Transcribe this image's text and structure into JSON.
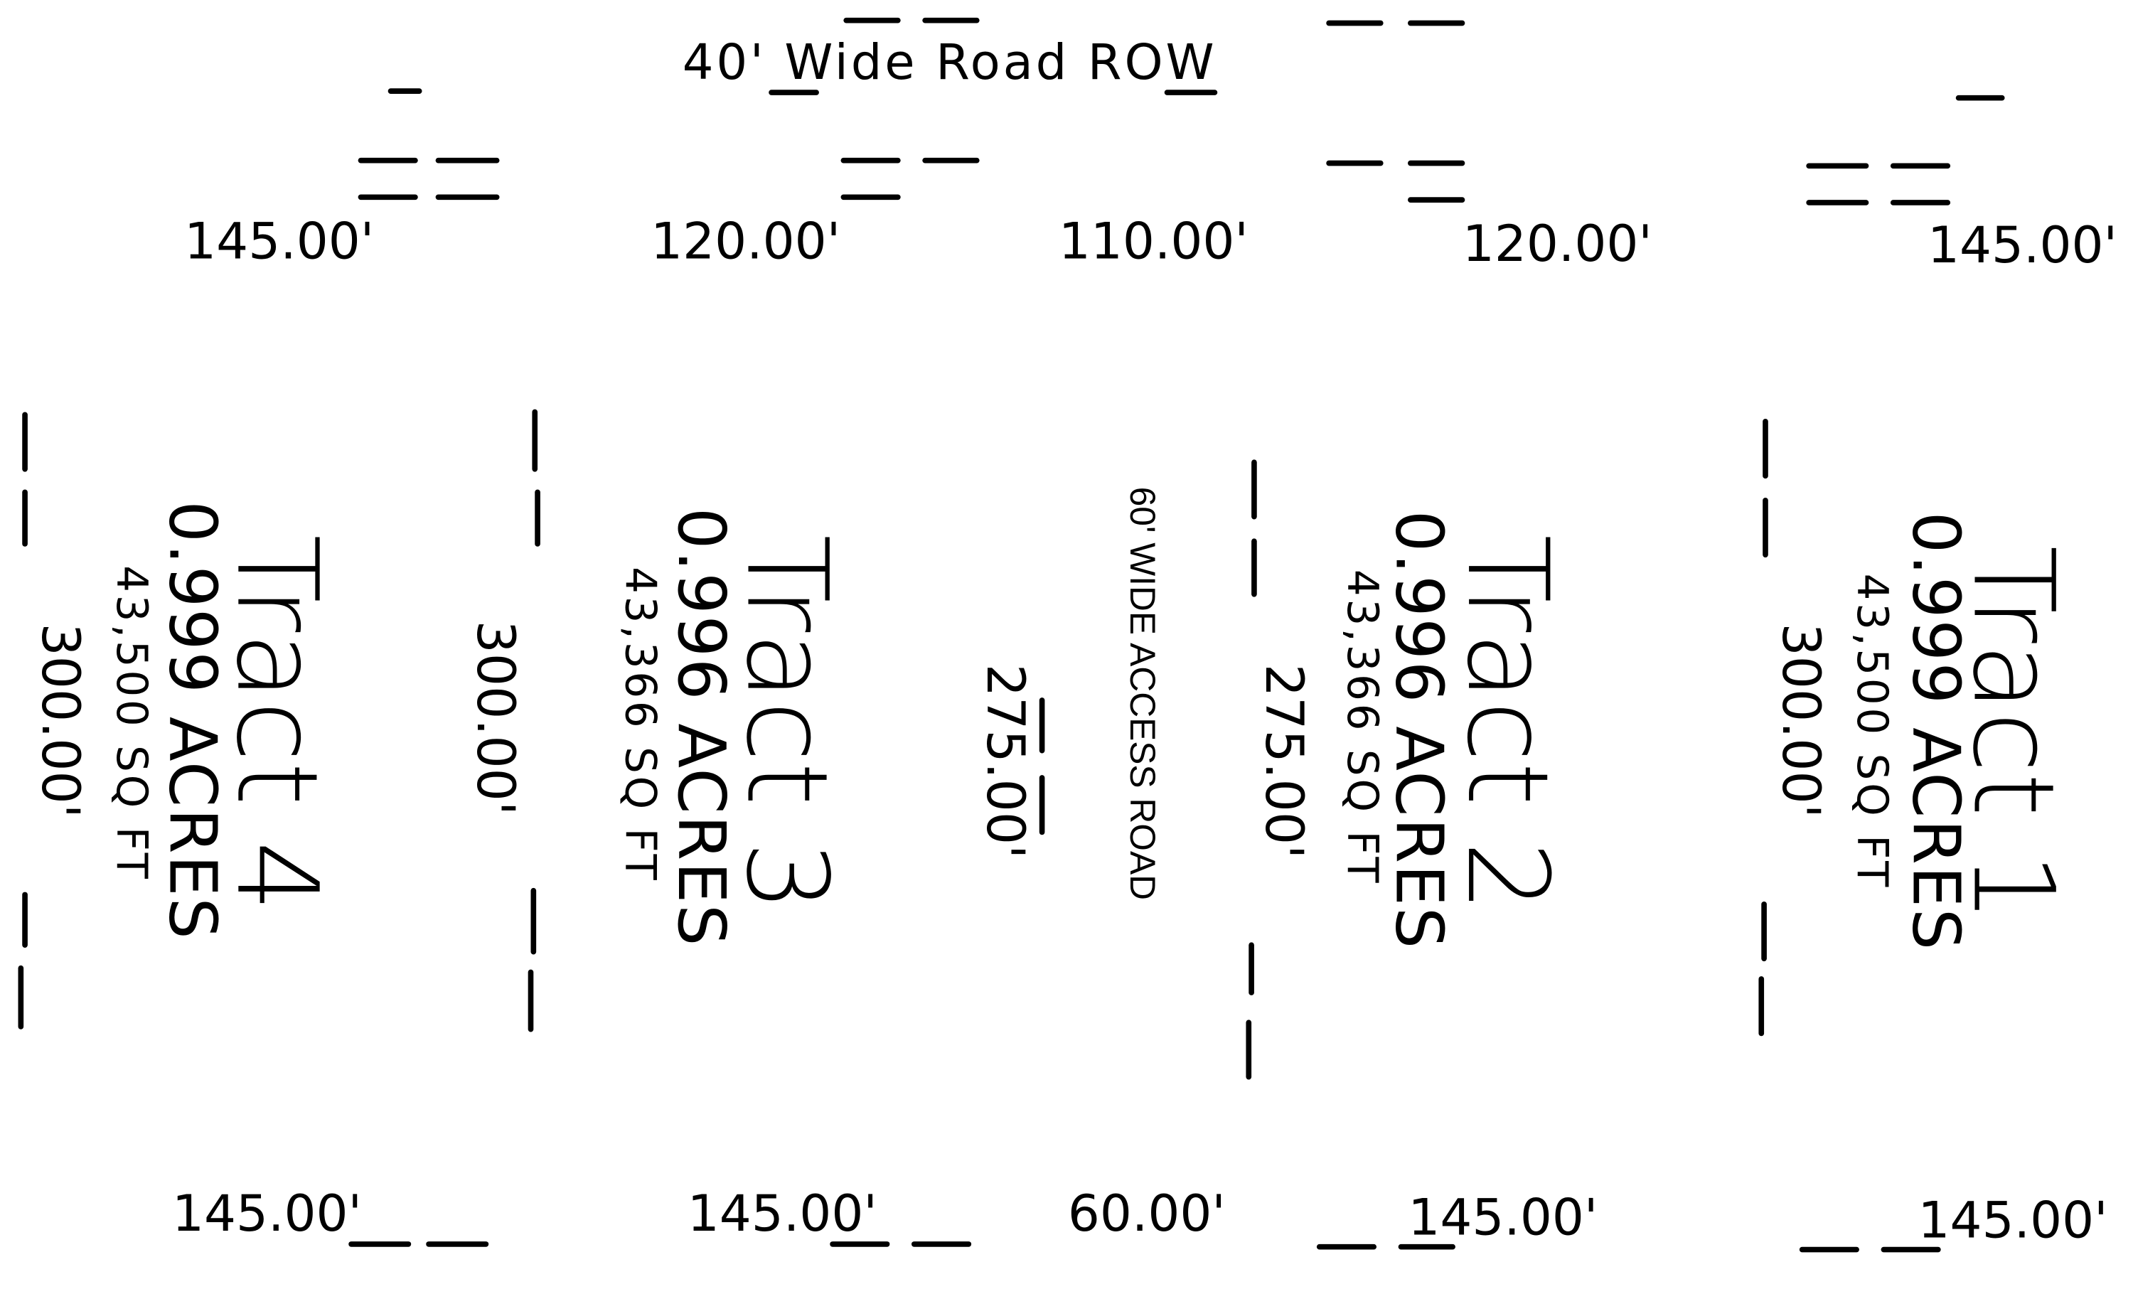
{
  "road_row_label": "40' Wide Road ROW",
  "top_dimensions": [
    "145.00'",
    "120.00'",
    "110.00'",
    "120.00'",
    "145.00'"
  ],
  "bottom_dimensions": [
    "145.00'",
    "145.00'",
    "60.00'",
    "145.00'",
    "145.00'"
  ],
  "access_road": {
    "label": "60' WIDE ACCESS ROAD",
    "left_length": "275.00'",
    "right_length": "275.00'"
  },
  "tracts": [
    {
      "name": "Tract 1",
      "acres": "0.999 ACRES",
      "sqft": "43,500 SQ FT",
      "side": "300.00'"
    },
    {
      "name": "Tract 2",
      "acres": "0.996 ACRES",
      "sqft": "43,366 SQ FT",
      "side": "275.00'"
    },
    {
      "name": "Tract 3",
      "acres": "0.996 ACRES",
      "sqft": "43,366 SQ FT",
      "side": "300.00'"
    },
    {
      "name": "Tract 4",
      "acres": "0.999 ACRES",
      "sqft": "43,500 SQ FT",
      "side": "300.00'"
    }
  ]
}
